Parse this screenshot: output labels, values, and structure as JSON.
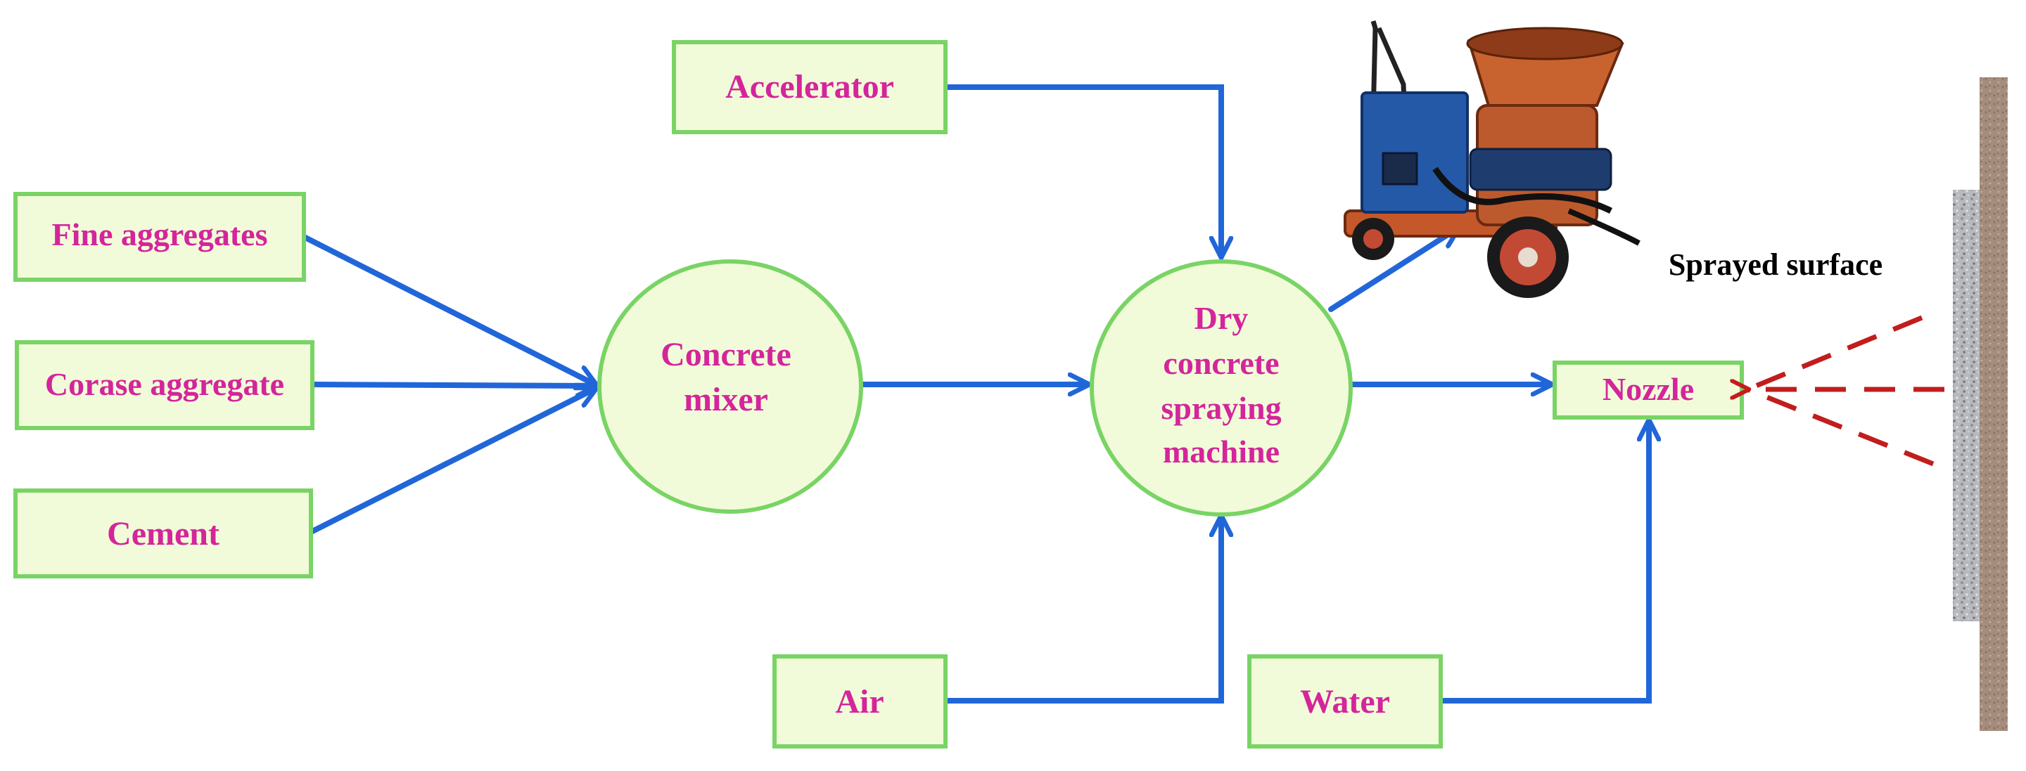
{
  "colors": {
    "box_fill": "#f2fbd9",
    "box_stroke": "#79d465",
    "text": "#d4259b",
    "arrow": "#2166d9",
    "spray": "#c21d1d",
    "wall": "#a58d7d",
    "caption": "#000000"
  },
  "inputs": {
    "fine": "Fine aggregates",
    "coarse": "Corase aggregate",
    "cement": "Cement",
    "accelerator": "Accelerator",
    "air": "Air",
    "water": "Water"
  },
  "mixer": {
    "line1": "Concrete",
    "line2": "mixer"
  },
  "machine": {
    "line1": "Dry",
    "line2": "concrete",
    "line3": "spraying",
    "line4": "machine"
  },
  "nozzle": "Nozzle",
  "surface_label": "Sprayed surface",
  "machine_photo": {
    "icon": "shotcrete-machine-illustration"
  }
}
